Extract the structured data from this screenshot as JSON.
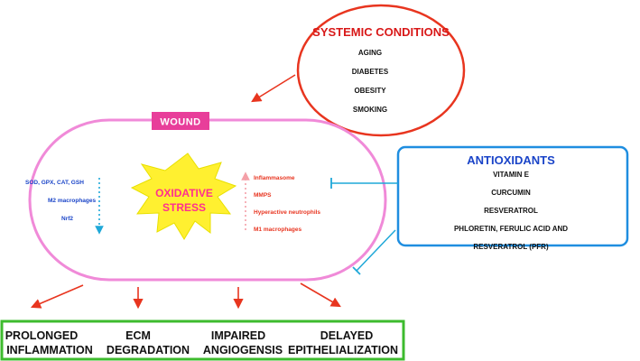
{
  "systemic": {
    "title": "SYSTEMIC CONDITIONS",
    "items": [
      "AGING",
      "DIABETES",
      "OBESITY",
      "SMOKING"
    ]
  },
  "wound": {
    "label": "WOUND"
  },
  "decreased": [
    "SOD, GPX, CAT, GSH",
    "M2 macrophages",
    "Nrf2"
  ],
  "increased": [
    "Inflammasome",
    "MMPS",
    "Hyperactive neutrophils",
    "M1 macrophages"
  ],
  "stress": {
    "line1": "OXIDATIVE",
    "line2": "STRESS"
  },
  "antioxidants": {
    "title": "ANTIOXIDANTS",
    "items": [
      "VITAMIN E",
      "CURCUMIN",
      "RESVERATROL",
      "PHLORETIN, FERULIC ACID AND",
      "RESVERATROL (PFR)"
    ]
  },
  "outcomes": [
    {
      "line1": "PROLONGED",
      "line2": "INFLAMMATION"
    },
    {
      "line1": "ECM",
      "line2": "DEGRADATION"
    },
    {
      "line1": "IMPAIRED",
      "line2": "ANGIOGENSIS"
    },
    {
      "line1": "DELAYED",
      "line2": "EPITHELIALIZATION"
    }
  ],
  "colors": {
    "red": "#e8351f",
    "pink": "#f08ad8",
    "wound_label_bg": "#e83e9a",
    "blue": "#1f8ee0",
    "blue_text": "#1a44c8",
    "green": "#3dbb2e",
    "star": "#fff030",
    "stress_text": "#ff2f8f"
  }
}
